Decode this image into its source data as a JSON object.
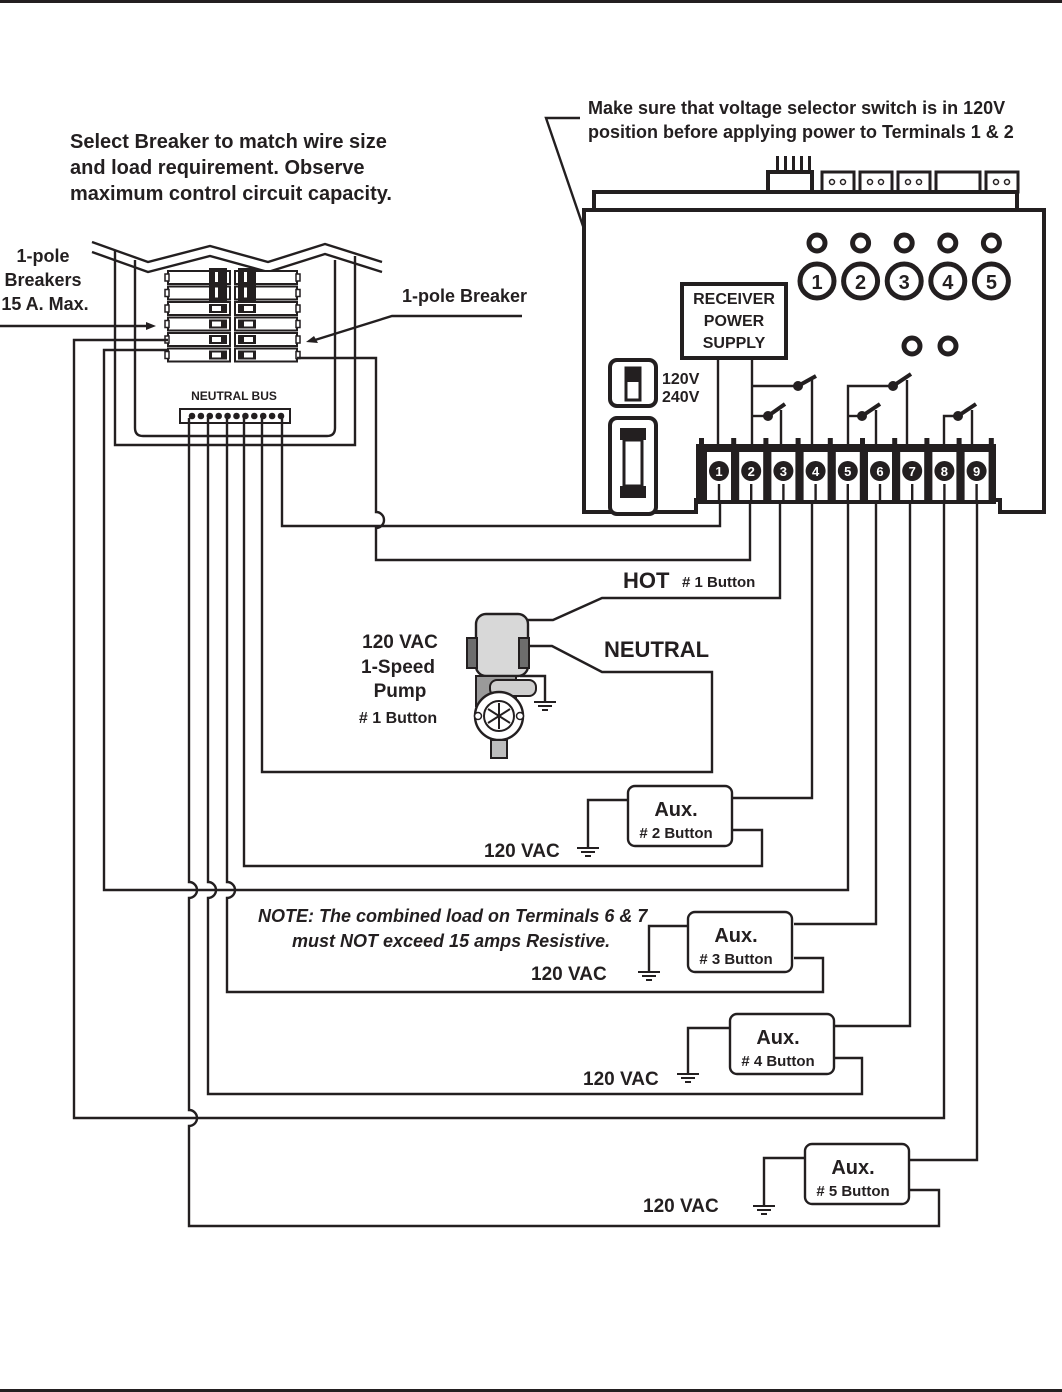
{
  "notes": {
    "breaker_instruction": [
      "Select Breaker to match wire size",
      "and load requirement.  Observe",
      "maximum control circuit capacity."
    ],
    "voltage_instruction": [
      "Make sure that voltage selector switch is in 120V",
      "position before applying power to Terminals 1 & 2"
    ],
    "load_note": [
      "NOTE: The combined load on Terminals 6 & 7",
      "must NOT exceed 15 amps Resistive."
    ]
  },
  "panel": {
    "breakers_label": [
      "1-pole",
      "Breakers",
      "15 A. Max."
    ],
    "single_breaker_label": "1-pole Breaker",
    "neutral_bus_label": "NEUTRAL BUS"
  },
  "receiver": {
    "power_supply_label": [
      "RECEIVER",
      "POWER",
      "SUPPLY"
    ],
    "voltage_options": [
      "120V",
      "240V"
    ],
    "buttons": [
      "1",
      "2",
      "3",
      "4",
      "5"
    ],
    "terminals": [
      "1",
      "2",
      "3",
      "4",
      "5",
      "6",
      "7",
      "8",
      "9"
    ]
  },
  "pump": {
    "label": [
      "120 VAC",
      "1-Speed",
      "Pump"
    ],
    "button": "# 1 Button",
    "hot_label": "HOT",
    "hot_button": "# 1 Button",
    "neutral_label": "NEUTRAL"
  },
  "aux_loads": [
    {
      "title": "Aux.",
      "button": "# 2 Button",
      "voltage": "120 VAC"
    },
    {
      "title": "Aux.",
      "button": "# 3 Button",
      "voltage": "120 VAC"
    },
    {
      "title": "Aux.",
      "button": "# 4 Button",
      "voltage": "120 VAC"
    },
    {
      "title": "Aux.",
      "button": "# 5 Button",
      "voltage": "120 VAC"
    }
  ]
}
